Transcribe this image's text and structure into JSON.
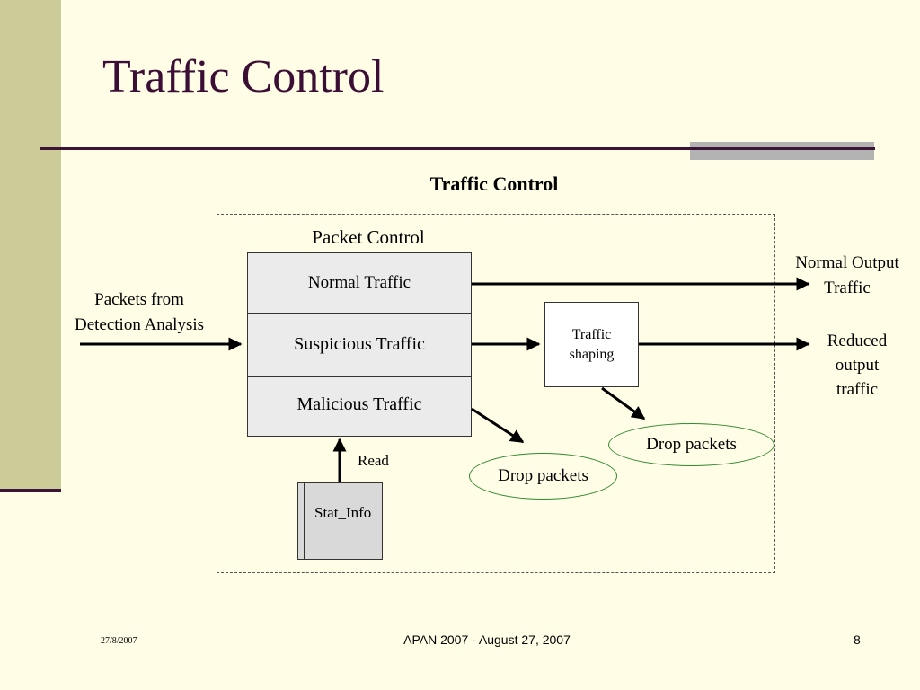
{
  "slide": {
    "title": "Traffic Control"
  },
  "diagram": {
    "title": "Traffic Control",
    "packet_control": {
      "label": "Packet Control",
      "rows": [
        "Normal Traffic",
        "Suspicious Traffic",
        "Malicious Traffic"
      ]
    },
    "input_label": "Packets from Detection Analysis",
    "input_line1": "Packets from",
    "input_line2": "Detection Analysis",
    "shaping": {
      "line1": "Traffic",
      "line2": "shaping"
    },
    "outputs": {
      "normal_line1": "Normal Output",
      "normal_line2": "Traffic",
      "reduced_line1": "Reduced",
      "reduced_line2": "output",
      "reduced_line3": "traffic"
    },
    "drop_shaping": "Drop packets",
    "drop_malicious": "Drop packets",
    "read_label": "Read",
    "stat_label": "Stat_Info"
  },
  "footer": {
    "date": "27/8/2007",
    "center": "APAN 2007 - August 27, 2007",
    "page": "8"
  },
  "colors": {
    "background": "#fffde6",
    "band": "#cccc99",
    "title": "#3b0f35",
    "drop_outline": "#2e8b2e"
  }
}
